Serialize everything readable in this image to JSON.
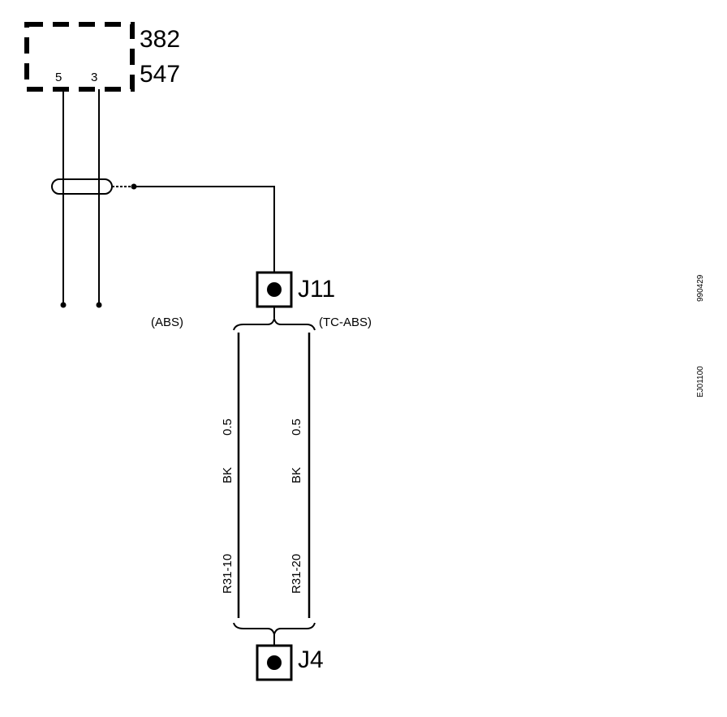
{
  "component": {
    "code_top": "382",
    "code_bottom": "547",
    "pin_left": "5",
    "pin_right": "3"
  },
  "connectors": {
    "top": "J11",
    "bottom": "J4"
  },
  "variants": {
    "left": "(ABS)",
    "right": "(TC-ABS)"
  },
  "wires": [
    {
      "size": "0.5",
      "color": "BK",
      "circuit": "R31-10"
    },
    {
      "size": "0.5",
      "color": "BK",
      "circuit": "R31-20"
    }
  ],
  "side_labels": {
    "top": "990429",
    "bottom": "EJ01100"
  }
}
